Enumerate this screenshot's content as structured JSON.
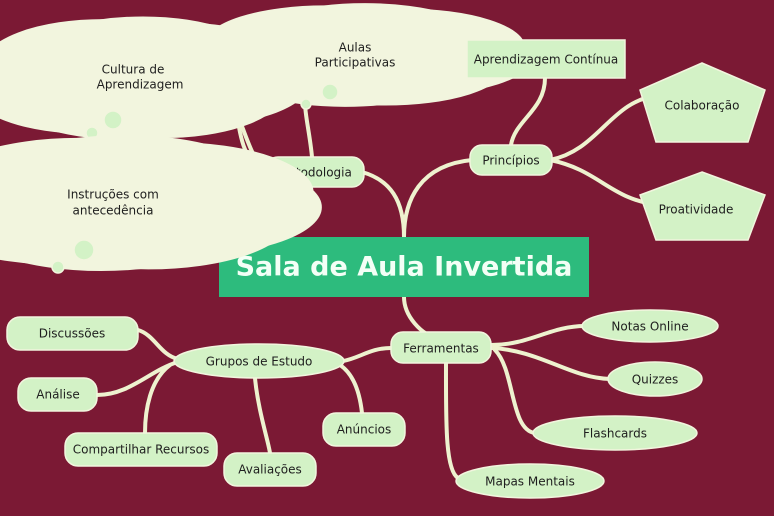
{
  "title": "Sala de Aula Invertida",
  "colors": {
    "background": "#7b1934",
    "node": "#d3f2c6",
    "center": "#2dbb7d",
    "link": "#eef2cf"
  },
  "branches": {
    "metodologia": {
      "label": "Metodologia",
      "children": {
        "cultura": [
          "Cultura de",
          "Aprendizagem"
        ],
        "aulas": [
          "Aulas",
          "Participativas"
        ],
        "instrucoes": [
          "Instruções com",
          "antecedência"
        ]
      }
    },
    "principios": {
      "label": "Princípios",
      "children": {
        "continua": "Aprendizagem Contínua",
        "colaboracao": "Colaboração",
        "proatividade": "Proatividade"
      }
    },
    "ferramentas": {
      "label": "Ferramentas",
      "children": {
        "notas": "Notas Online",
        "quizzes": "Quizzes",
        "flashcards": "Flashcards",
        "mapas": "Mapas Mentais"
      }
    },
    "grupos": {
      "label": "Grupos de Estudo",
      "children": {
        "discussoes": "Discussões",
        "analise": "Análise",
        "compartilhar": "Compartilhar Recursos",
        "avaliacoes": "Avaliações",
        "anuncios": "Anúncios"
      }
    }
  }
}
